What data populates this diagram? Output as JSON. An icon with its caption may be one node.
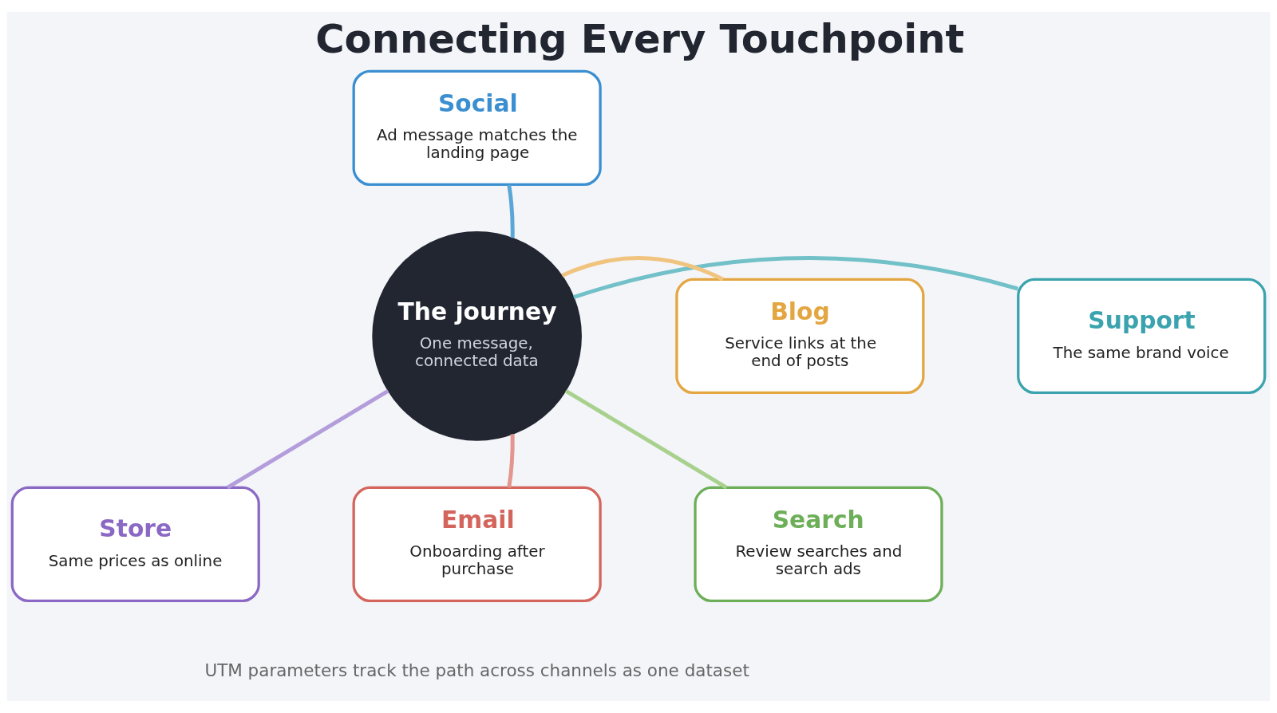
{
  "diagram": {
    "title": "Connecting Every Touchpoint",
    "caption": "UTM parameters track the path across channels as one dataset",
    "nodes": [
      {
        "text": [
          "Social",
          "Ad message matches the landing page"
        ]
      },
      {
        "text": [
          "Support",
          "The same brand voice"
        ]
      },
      {
        "text": [
          "Blog",
          "Service links at the end of posts"
        ]
      },
      {
        "text": [
          "The journey",
          "One message, connected data"
        ]
      },
      {
        "text": [
          "Store",
          "Same prices as online"
        ]
      },
      {
        "text": [
          "Search",
          "Review searches and search ads"
        ]
      },
      {
        "text": [
          "Email",
          "Onboarding after purchase"
        ]
      }
    ],
    "edges": [
      {
        "from": 3,
        "to": 0,
        "arrow": "none",
        "color": "#5aa6d6"
      },
      {
        "from": 3,
        "to": 1,
        "arrow": "none",
        "color": "#72c0c8"
      },
      {
        "from": 3,
        "to": 2,
        "arrow": "none",
        "color": "#f0c47e"
      },
      {
        "from": 3,
        "to": 4,
        "arrow": "none",
        "color": "#b39ddb"
      },
      {
        "from": 3,
        "to": 5,
        "arrow": "none",
        "color": "#a9d18e"
      },
      {
        "from": 3,
        "to": 6,
        "arrow": "none",
        "color": "#e3958e"
      }
    ]
  }
}
